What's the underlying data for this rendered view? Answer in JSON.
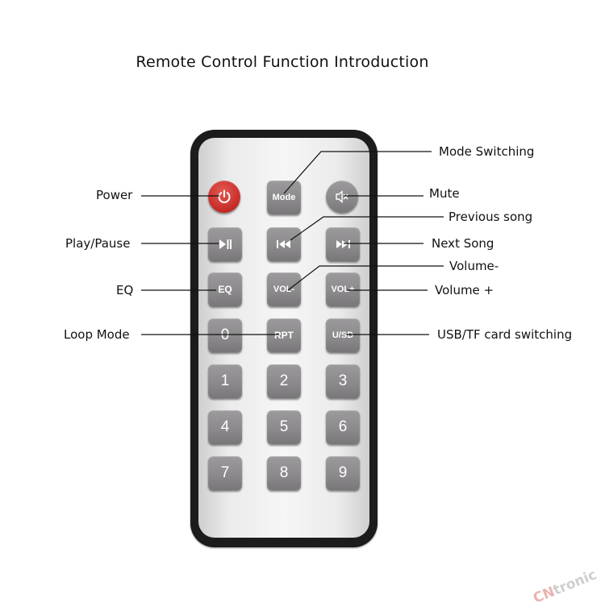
{
  "title": "Remote Control Function Introduction",
  "buttons": {
    "power": "",
    "mode": "Mode",
    "mute": "",
    "play_pause": "",
    "prev": "",
    "next": "",
    "eq": "EQ",
    "vol_down": "VOL-",
    "vol_up": "VOL+",
    "zero": "0",
    "rpt": "RPT",
    "usd": "U/SD",
    "n1": "1",
    "n2": "2",
    "n3": "3",
    "n4": "4",
    "n5": "5",
    "n6": "6",
    "n7": "7",
    "n8": "8",
    "n9": "9"
  },
  "labels": {
    "power": "Power",
    "play_pause": "Play/Pause",
    "eq": "EQ",
    "loop_mode": "Loop Mode",
    "mode_switching": "Mode Switching",
    "mute": "Mute",
    "previous_song": "Previous song",
    "next_song": "Next Song",
    "volume_down": "Volume-",
    "volume_up": "Volume +",
    "usb_tf": "USB/TF card switching"
  },
  "watermark": {
    "prefix": "CN",
    "text": "tronic"
  },
  "colors": {
    "power_button": "#c42a26",
    "key": "#8a888a",
    "body": "#1c1c1c"
  },
  "icons": [
    "power-icon",
    "mute-icon",
    "play-pause-icon",
    "previous-icon",
    "next-icon"
  ]
}
